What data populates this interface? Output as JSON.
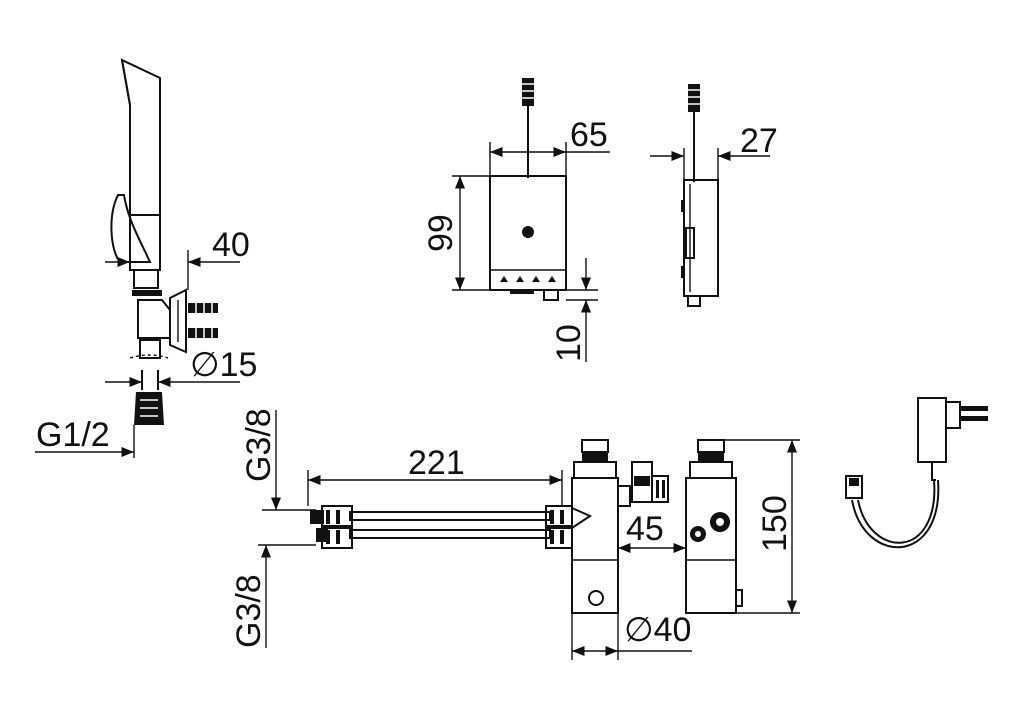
{
  "dimensions": {
    "shower_projection": "40",
    "hose_diameter": "∅15",
    "hose_thread": "G1/2",
    "box_width": "65",
    "box_height": "99",
    "box_foot": "10",
    "box_depth": "27",
    "pipe_length": "221",
    "valve_width": "45",
    "valve_height": "150",
    "valve_diameter": "∅40",
    "inlet_thread_top": "G3/8",
    "inlet_thread_bottom": "G3/8"
  }
}
